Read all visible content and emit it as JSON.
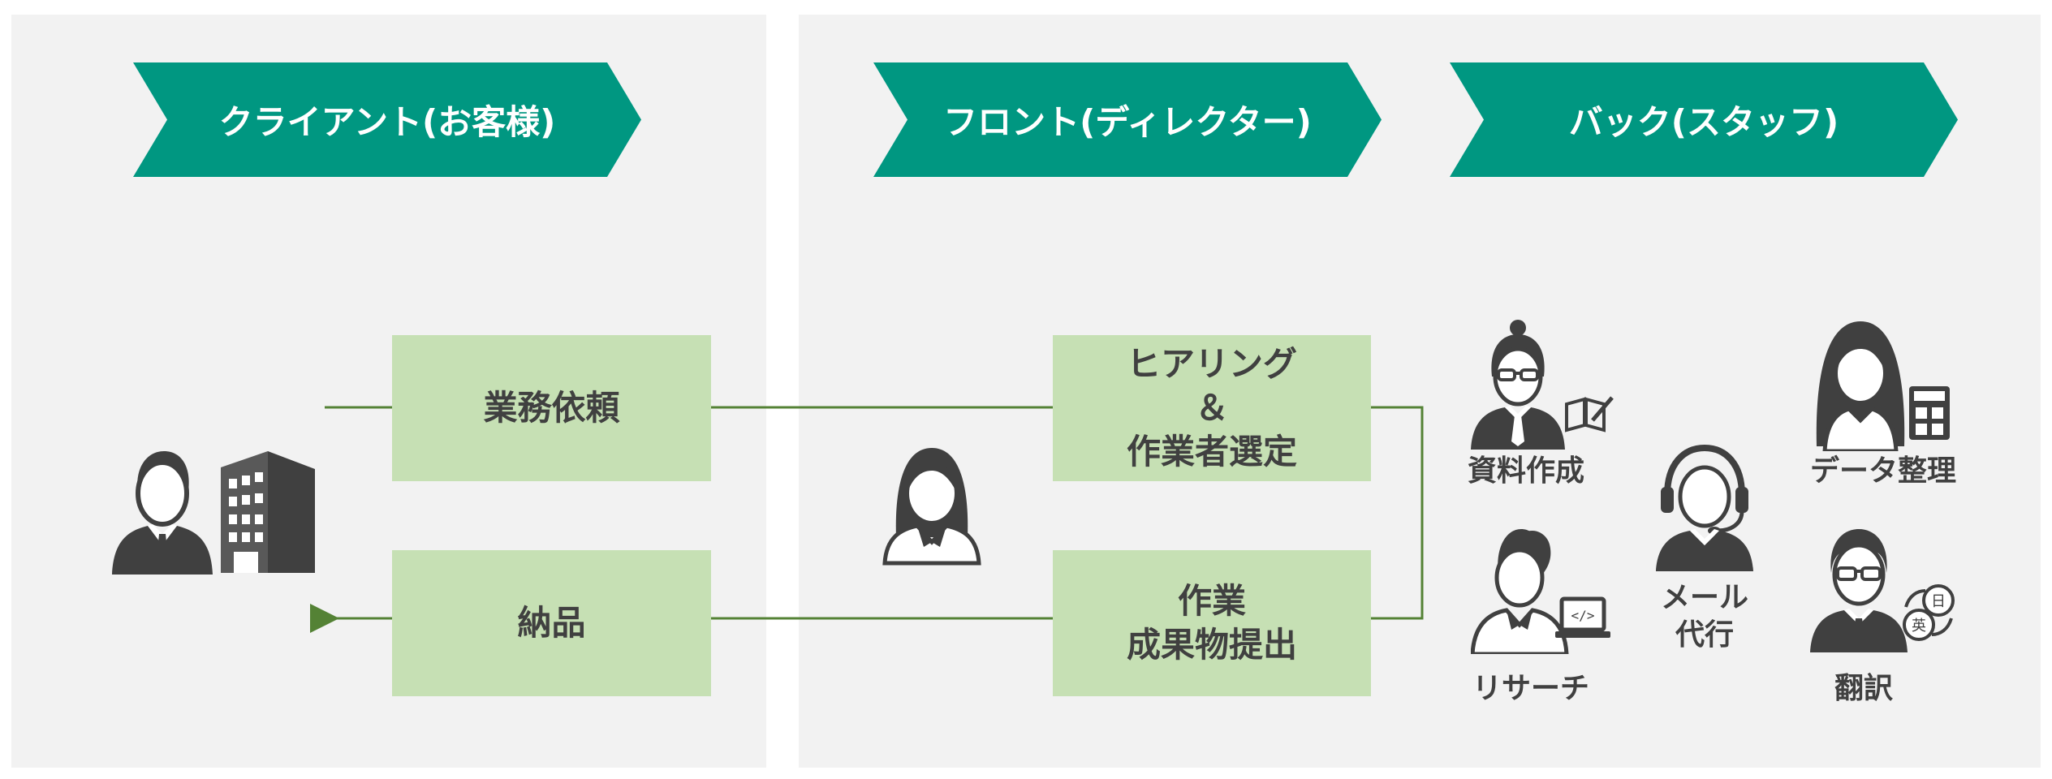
{
  "colors": {
    "banner": "#009781",
    "box": "#c6e0b4",
    "line": "#548235",
    "icon": "#404040",
    "panel": "#f2f2f2"
  },
  "banners": {
    "client": "クライアント(お客様)",
    "front": "フロント(ディレクター)",
    "back": "バック(スタッフ)"
  },
  "boxes": {
    "request": "業務依頼",
    "delivery": "納品",
    "hearing": "ヒアリング\n＆\n作業者選定",
    "work": "作業\n成果物提出"
  },
  "staff": {
    "documents": "資料作成",
    "research": "リサーチ",
    "email": "メール\n代行",
    "data": "データ整理",
    "translation": "翻訳"
  },
  "icons": {
    "client_person": "businessman-icon",
    "client_building": "office-building-icon",
    "director": "woman-icon",
    "documents": "woman-glasses-book-icon",
    "research": "woman-laptop-icon",
    "email": "headset-operator-icon",
    "data": "woman-calculator-icon",
    "translation": "man-glasses-translate-icon"
  }
}
